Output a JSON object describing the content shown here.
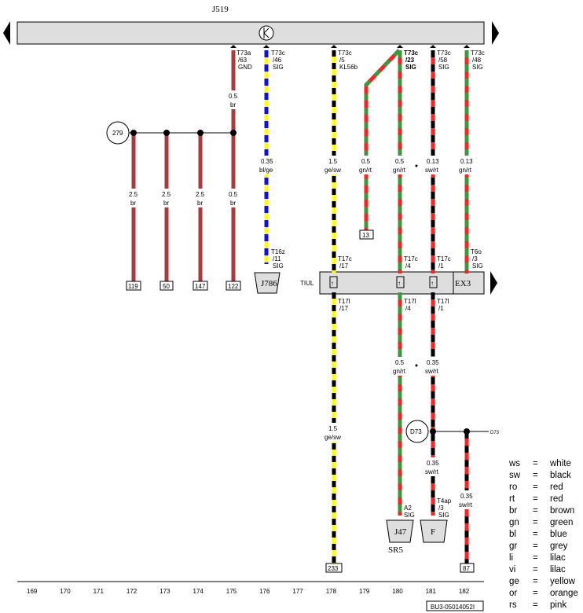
{
  "diagram": {
    "title": "J519",
    "bus_right_label": "EX3",
    "connector_label": "TIUL",
    "ground_point": "279",
    "splice_point": "D73",
    "splice_ref": "D73",
    "doc_number": "BU3-05014052I",
    "modules": {
      "j786": "J786",
      "j47": "J47",
      "f": "F",
      "sr5": "SR5"
    },
    "wires": {
      "gnd": {
        "pin1": "T73a",
        "pin2": "/63",
        "pin3": "GND",
        "size": "0.5",
        "color": "br"
      },
      "bl": {
        "pin1": "T73c",
        "pin2": "/46",
        "pin3": "SIG",
        "size": "0.35",
        "color": "bl/ge",
        "end1": "T16z",
        "end2": "/11",
        "end3": "SIG"
      },
      "kl": {
        "pin1": "T73c",
        "pin2": "/5",
        "pin3": "KL56b",
        "size": "1.5",
        "color": "ge/sw",
        "c1": "T17c",
        "c2": "/17",
        "d1": "T17l",
        "d2": "/17",
        "size2": "1.5",
        "color2": "ge/sw",
        "term": "233"
      },
      "b1": {
        "size": "0.5",
        "color": "gn/rt",
        "term": "13"
      },
      "s23": {
        "pin1": "T73c",
        "pin2": "/23",
        "pin3": "SIG",
        "size": "0.5",
        "color": "gn/rt",
        "c1": "T17c",
        "c2": "/4",
        "d1": "T17l",
        "d2": "/4",
        "size2": "0.5",
        "color2": "gn/rt",
        "end1": "A2",
        "end2": "SIG"
      },
      "s58": {
        "pin1": "T73c",
        "pin2": "/58",
        "pin3": "SIG",
        "size": "0.13",
        "color": "sw/rt",
        "c1": "T17c",
        "c2": "/1",
        "d1": "T17l",
        "d2": "/1",
        "size2": "0.35",
        "color2": "sw/rt",
        "size3": "0.35",
        "color3": "sw/rt",
        "end1": "T4ap",
        "end2": "/3",
        "end3": "SIG"
      },
      "s48": {
        "pin1": "T73c",
        "pin2": "/48",
        "pin3": "SIG",
        "size": "0.13",
        "color": "gn/rt",
        "end1": "T6o",
        "end2": "/3",
        "end3": "SIG"
      },
      "s87": {
        "size": "0.35",
        "color": "sw/rt",
        "term": "87"
      },
      "br": [
        {
          "size": "2.5",
          "color": "br",
          "term": "119"
        },
        {
          "size": "2.5",
          "color": "br",
          "term": "50"
        },
        {
          "size": "2.5",
          "color": "br",
          "term": "147"
        },
        {
          "size": "0.5",
          "color": "br",
          "term": "122"
        }
      ],
      "arrow": "↑"
    },
    "columns": [
      "169",
      "170",
      "171",
      "172",
      "173",
      "174",
      "175",
      "176",
      "177",
      "178",
      "179",
      "180",
      "181",
      "182"
    ]
  },
  "legend": [
    {
      "code": "ws",
      "eq": "=",
      "name": "white"
    },
    {
      "code": "sw",
      "eq": "=",
      "name": "black"
    },
    {
      "code": "ro",
      "eq": "=",
      "name": "red"
    },
    {
      "code": "rt",
      "eq": "=",
      "name": "red"
    },
    {
      "code": "br",
      "eq": "=",
      "name": "brown"
    },
    {
      "code": "gn",
      "eq": "=",
      "name": "green"
    },
    {
      "code": "bl",
      "eq": "=",
      "name": "blue"
    },
    {
      "code": "gr",
      "eq": "=",
      "name": "grey"
    },
    {
      "code": "li",
      "eq": "=",
      "name": "lilac"
    },
    {
      "code": "vi",
      "eq": "=",
      "name": "lilac"
    },
    {
      "code": "ge",
      "eq": "=",
      "name": "yellow"
    },
    {
      "code": "or",
      "eq": "=",
      "name": "orange"
    },
    {
      "code": "rs",
      "eq": "=",
      "name": "pink"
    }
  ],
  "colors": {
    "brown": "#a83c3c",
    "yellow": "#ffff00",
    "black": "#000000",
    "red": "#ff2020",
    "green": "#3a9a3a",
    "blue": "#1010e0",
    "bar": "#dedede"
  }
}
